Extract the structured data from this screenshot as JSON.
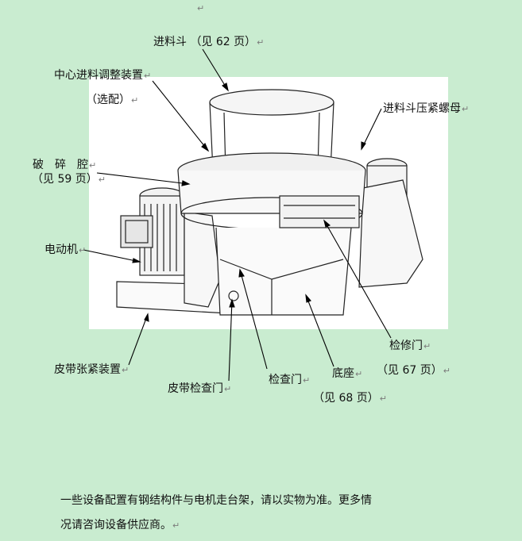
{
  "para_mark": "↵",
  "labels": {
    "hopper": "进料斗 （见 62 页）",
    "center_feed": "中心进料调整装置",
    "center_feed_note": "（选配）",
    "hopper_nut": "进料斗压紧螺母",
    "chamber": "破　碎　腔",
    "chamber_page": "（见 59 页）",
    "motor": "电动机",
    "belt_tension": "皮带张紧装置",
    "belt_door": "皮带检查门",
    "inspect_door": "检查门",
    "base": "底座",
    "base_page": "（见 68 页）",
    "service_door": "检修门",
    "service_door_page": "（见 67 页）"
  },
  "note": {
    "line1": "一些设备配置有钢结构件与电机走台架，请以实物为准。更多情",
    "line2": "况请咨询设备供应商。"
  },
  "colors": {
    "background": "#c9ecd0",
    "figure": "#ffffff",
    "line": "#000000"
  }
}
